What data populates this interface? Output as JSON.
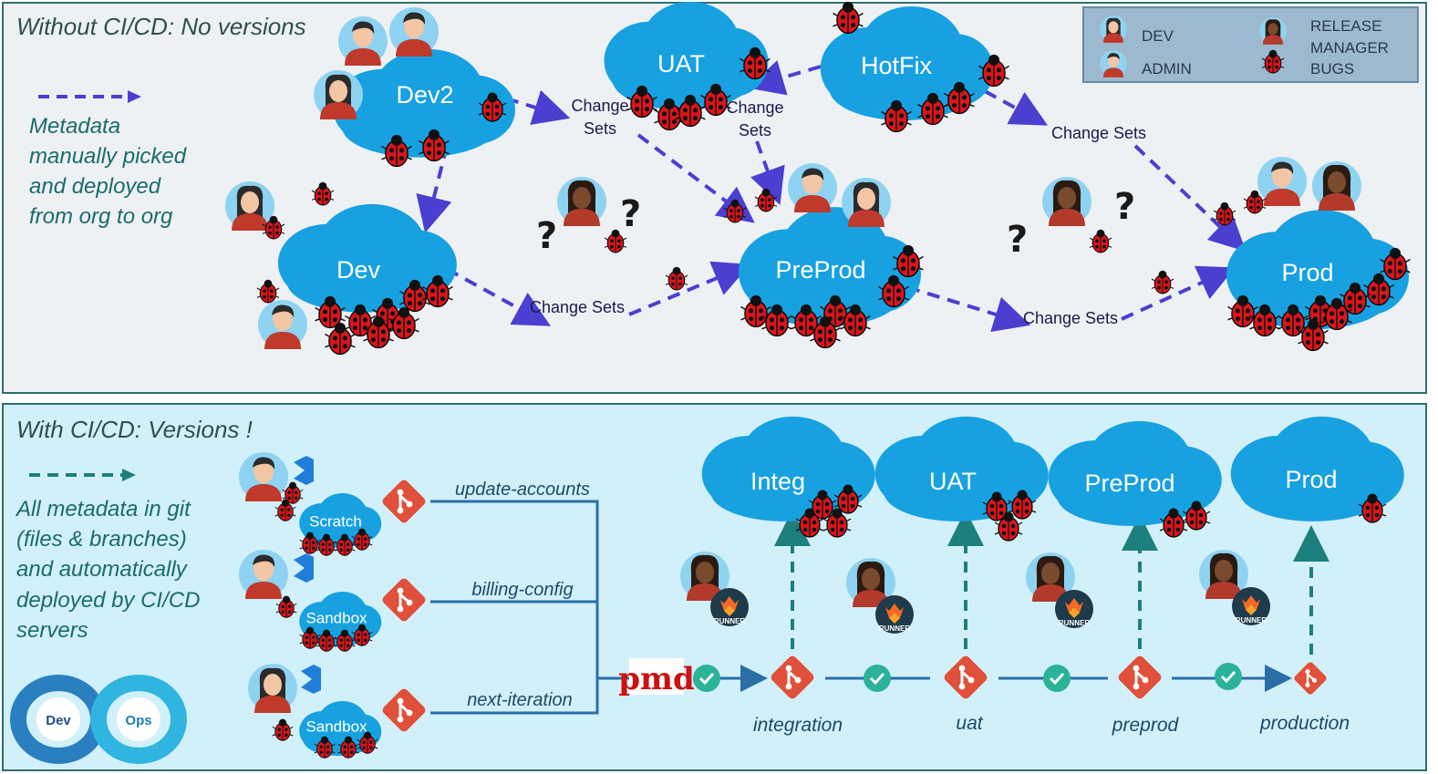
{
  "top_panel": {
    "title": "Without CI/CD: No versions",
    "legend_text": [
      "Metadata",
      "manually picked",
      "and deployed",
      "from org to org"
    ],
    "clouds": [
      "Dev2",
      "Dev",
      "UAT",
      "HotFix",
      "PreProd",
      "Prod"
    ],
    "change_sets_label": "Change Sets",
    "change_two_line": [
      "Change",
      "Sets"
    ]
  },
  "legend_box": {
    "dev": "DEV",
    "admin": "ADMIN",
    "release_manager": [
      "RELEASE",
      "MANAGER"
    ],
    "bugs": "BUGS"
  },
  "bottom_panel": {
    "title": "With CI/CD: Versions !",
    "legend_text": [
      "All metadata in git",
      "(files & branches)",
      "and automatically",
      "deployed by CI/CD",
      "servers"
    ],
    "feature_orgs": [
      "Scratch",
      "Sandbox",
      "Sandbox"
    ],
    "branches": [
      "update-accounts",
      "billing-config",
      "next-iteration"
    ],
    "envs": [
      "Integ",
      "UAT",
      "PreProd",
      "Prod"
    ],
    "env_branches": [
      "integration",
      "uat",
      "preprod",
      "production"
    ],
    "runner_label": "RUNNER",
    "pmd_logo": "pmd",
    "devops_logo": [
      "Dev",
      "Ops"
    ]
  },
  "colors": {
    "top_bg": "#eef1f4",
    "bottom_bg": "#d2f0f9",
    "panel_border": "#2e6e73",
    "cloud": "#18a1e0",
    "arrow_top": "#4b3fd1",
    "arrow_bottom": "#1d7f7e",
    "git": "#e0503a",
    "check": "#2bb39a",
    "line": "#2a6ea6"
  }
}
